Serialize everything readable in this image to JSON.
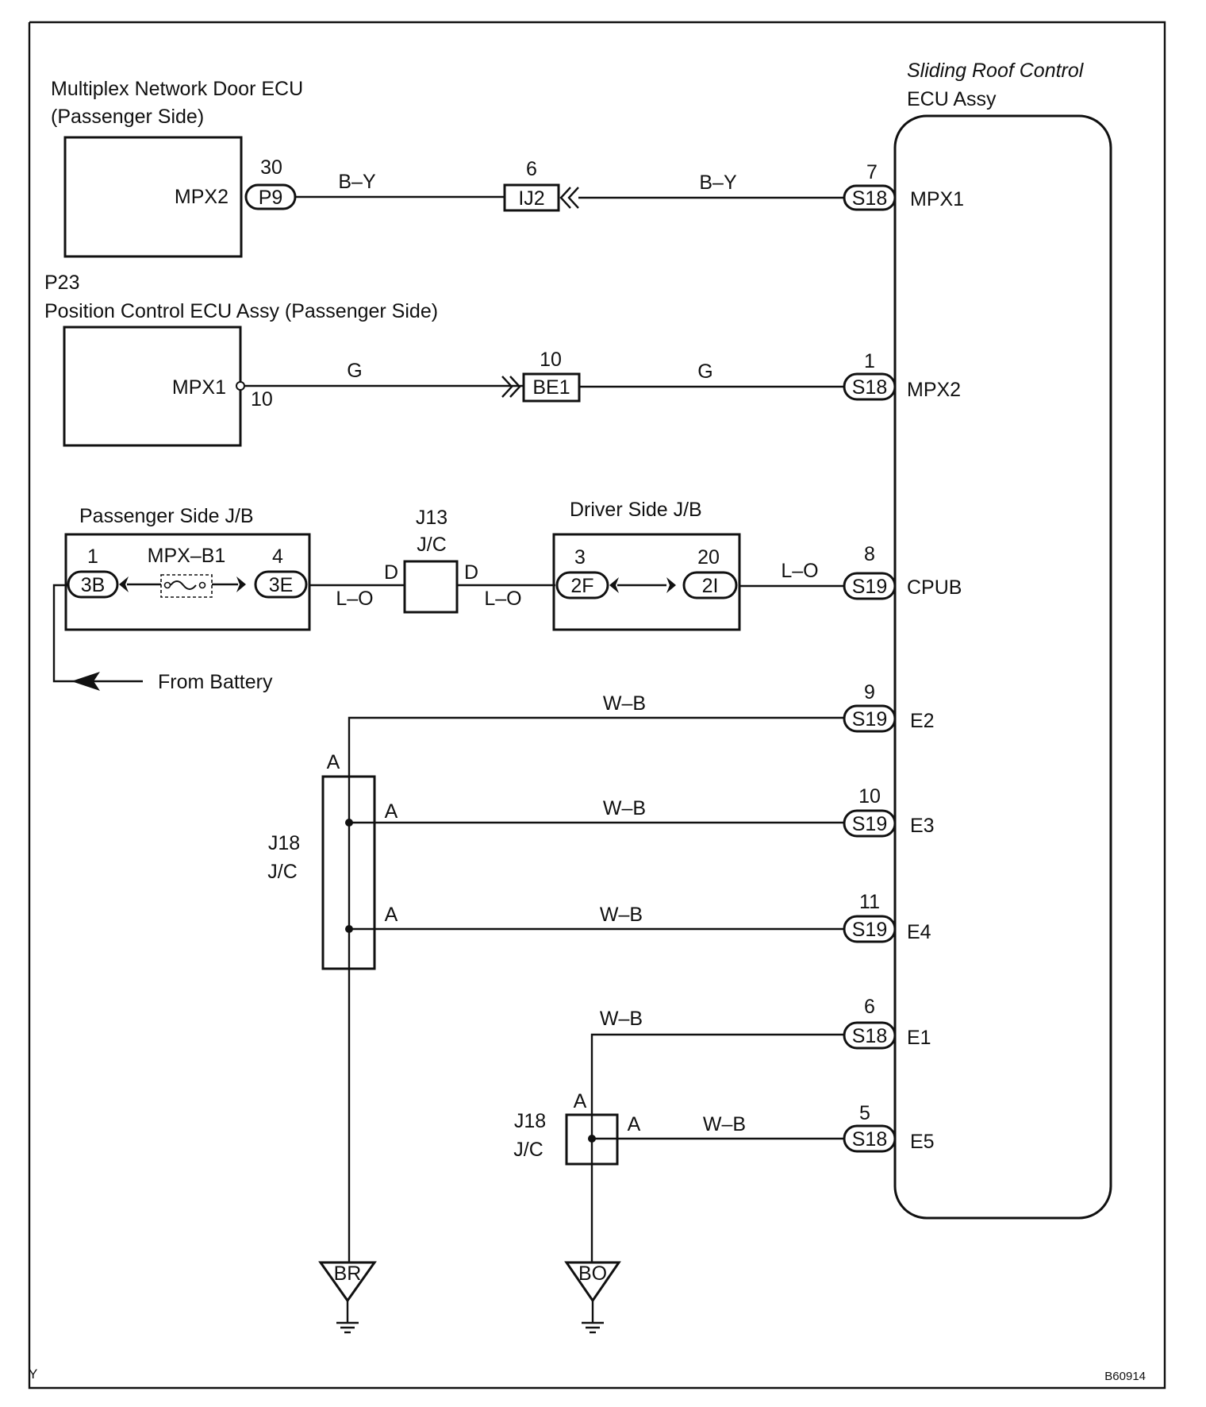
{
  "ecus": {
    "sliding_roof_title_line1": "Sliding Roof Control",
    "sliding_roof_title_line2": "ECU Assy",
    "door_ecu_title_line1": "Multiplex Network Door ECU",
    "door_ecu_title_line2": "(Passenger Side)",
    "position_ecu_code": "P23",
    "position_ecu_title": "Position Control ECU Assy (Passenger Side)"
  },
  "circuits": {
    "mpx1": {
      "door_pin_label": "MPX2",
      "door_pin_num": "30",
      "door_conn": "P9",
      "wire_left": "B–Y",
      "junction_num": "6",
      "junction": "IJ2",
      "wire_right": "B–Y",
      "roof_pin_num": "7",
      "roof_conn": "S18",
      "roof_pin_label": "MPX1"
    },
    "mpx2": {
      "pos_pin_label": "MPX1",
      "pos_pin_num": "10",
      "wire_left": "G",
      "junction_num": "10",
      "junction": "BE1",
      "wire_right": "G",
      "roof_pin_num": "1",
      "roof_conn": "S18",
      "roof_pin_label": "MPX2"
    },
    "cpub": {
      "pjb_title": "Passenger Side J/B",
      "pjb_left_num": "1",
      "pjb_left_conn": "3B",
      "fuse_label": "MPX–B1",
      "pjb_right_num": "4",
      "pjb_right_conn": "3E",
      "wire_1": "L–O",
      "j13_label": "J13",
      "j13_sub": "J/C",
      "j13_pin_left": "D",
      "j13_pin_right": "D",
      "wire_2": "L–O",
      "djb_title": "Driver Side J/B",
      "djb_left_num": "3",
      "djb_left_conn": "2F",
      "djb_right_num": "20",
      "djb_right_conn": "2I",
      "wire_3": "L–O",
      "roof_pin_num": "8",
      "roof_conn": "S19",
      "roof_pin_label": "CPUB",
      "from_battery": "From Battery"
    },
    "ground_left": {
      "e2_wire": "W–B",
      "e2_num": "9",
      "e2_conn": "S19",
      "e2_label": "E2",
      "e3_wire": "W–B",
      "e3_num": "10",
      "e3_conn": "S19",
      "e3_label": "E3",
      "e4_wire": "W–B",
      "e4_num": "11",
      "e4_conn": "S19",
      "e4_label": "E4",
      "jc_label": "J18",
      "jc_sub": "J/C",
      "pin_top": "A",
      "pin_mid": "A",
      "pin_low": "A",
      "ground_point": "BR"
    },
    "ground_right": {
      "e1_wire": "W–B",
      "e1_num": "6",
      "e1_conn": "S18",
      "e1_label": "E1",
      "e5_wire": "W–B",
      "e5_num": "5",
      "e5_conn": "S18",
      "e5_label": "E5",
      "jc_label": "J18",
      "jc_sub": "J/C",
      "pin_top": "A",
      "pin_right": "A",
      "ground_point": "BO"
    }
  },
  "footer": {
    "corner_left": "Y",
    "figure_code": "B60914"
  }
}
